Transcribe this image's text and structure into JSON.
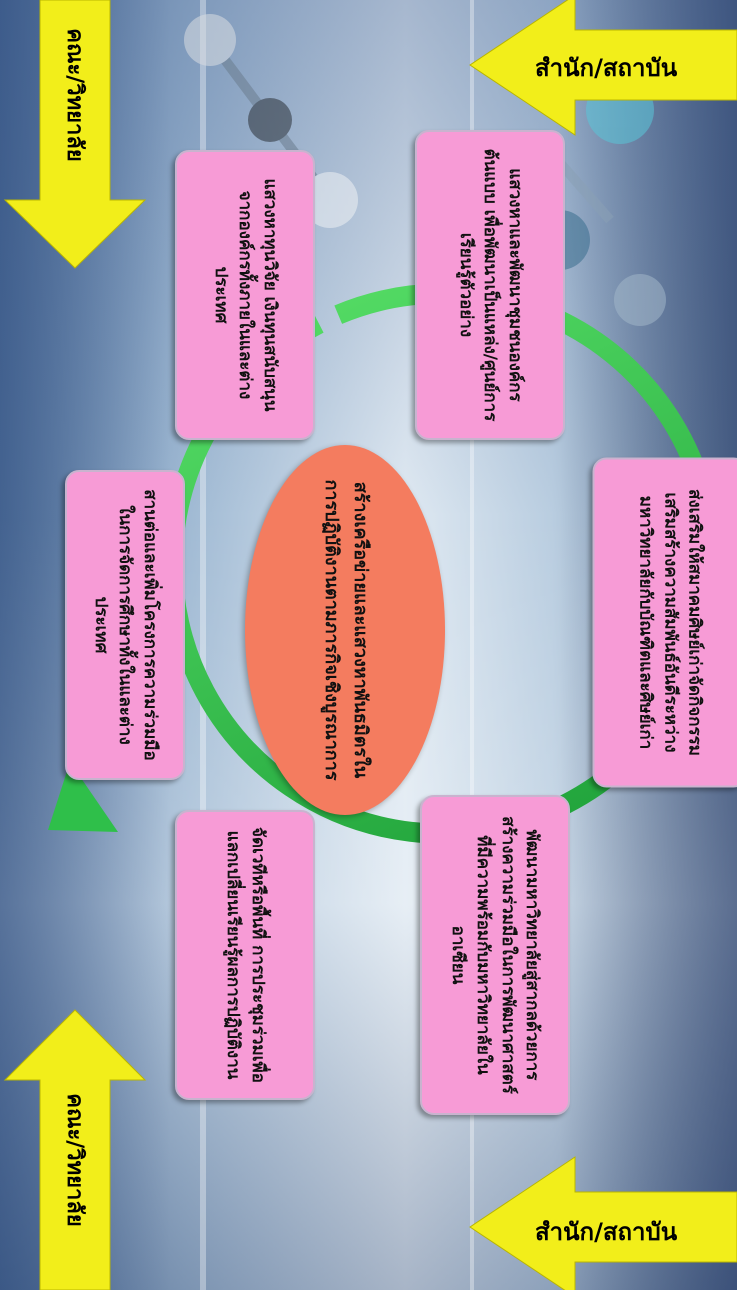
{
  "center": {
    "text": "สร้างเครือข่ายและแสวงหาพันธมิตรในการปฏิบัติงานตามภารกิจเชิงบูรณาการ"
  },
  "boxes": {
    "box1": "แสวงหาทุนวิจัย เงินทุนสนับสนุนจากองค์กรทั้งภายในและต่างประเทศ",
    "box2": "แสวงหาและพัฒนาชุมชนองค์กรต้นแบบ เพื่อพัฒนาเป็นแหล่ง/ศูนย์การเรียนรู้ตัวอย่าง",
    "box3": "สานต่อและเพิ่มโครงการความร่วมมือในการจัดการศึกษาทั้งในและต่างประเทศ",
    "box4": "ส่งเสริมให้สมาคมศิษย์เก่าจัดกิจกรรมเสริมสร้างความสัมพันธ์อันดีระหว่างมหาวิทยาลัยกับบัณฑิตและศิษย์เก่า",
    "box5": "จัดเวทีหรือพื้นที่ การประชุมร่วมเพื่อแลกเปลี่ยนเรียนรู้ผลการปฏิบัติงาน",
    "box6": "พัฒนามหาวิทยาลัยสู่สากลด้วยการสร้างความร่วมมือในการพัฒนาศาสตร์ที่มีความพร้อมกับมหาวิทยาลัยในอาเซียน"
  },
  "arrows": {
    "top_left": "คณะ/วิทยาลัย",
    "top_right": "สำนัก/สถาบัน",
    "bottom_left": "คณะ/วิทยาลัย",
    "bottom_right": "สำนัก/สถาบัน"
  },
  "colors": {
    "box": "#f79bd6",
    "center": "#f47c5f",
    "ring": "#2fbf4a",
    "arrow": "#f2ee1a"
  }
}
